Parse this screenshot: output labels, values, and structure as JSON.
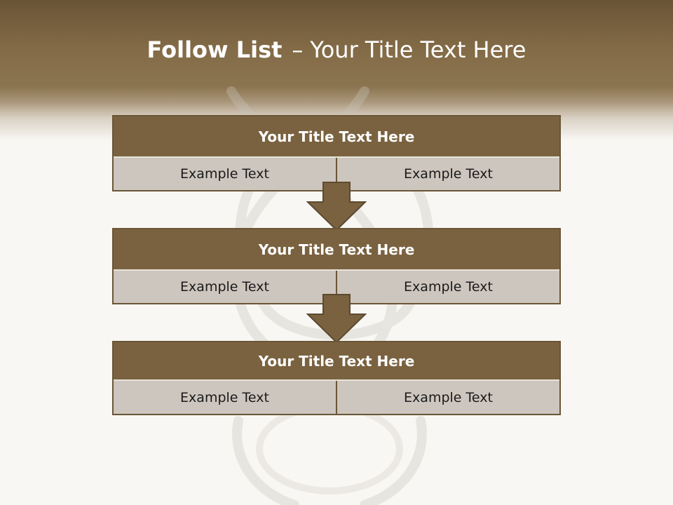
{
  "title": {
    "bold": "Follow List",
    "separator": "–",
    "rest": "Your Title Text Here"
  },
  "steps": [
    {
      "title": "Your Title Text Here",
      "left": "Example Text",
      "right": "Example Text"
    },
    {
      "title": "Your Title Text Here",
      "left": "Example Text",
      "right": "Example Text"
    },
    {
      "title": "Your Title Text Here",
      "left": "Example Text",
      "right": "Example Text"
    }
  ],
  "colors": {
    "header": "#8b7550",
    "box_title": "#7a6240",
    "box_cell": "#cdc6be",
    "border": "#6a5636",
    "background": "#f8f7f4"
  }
}
